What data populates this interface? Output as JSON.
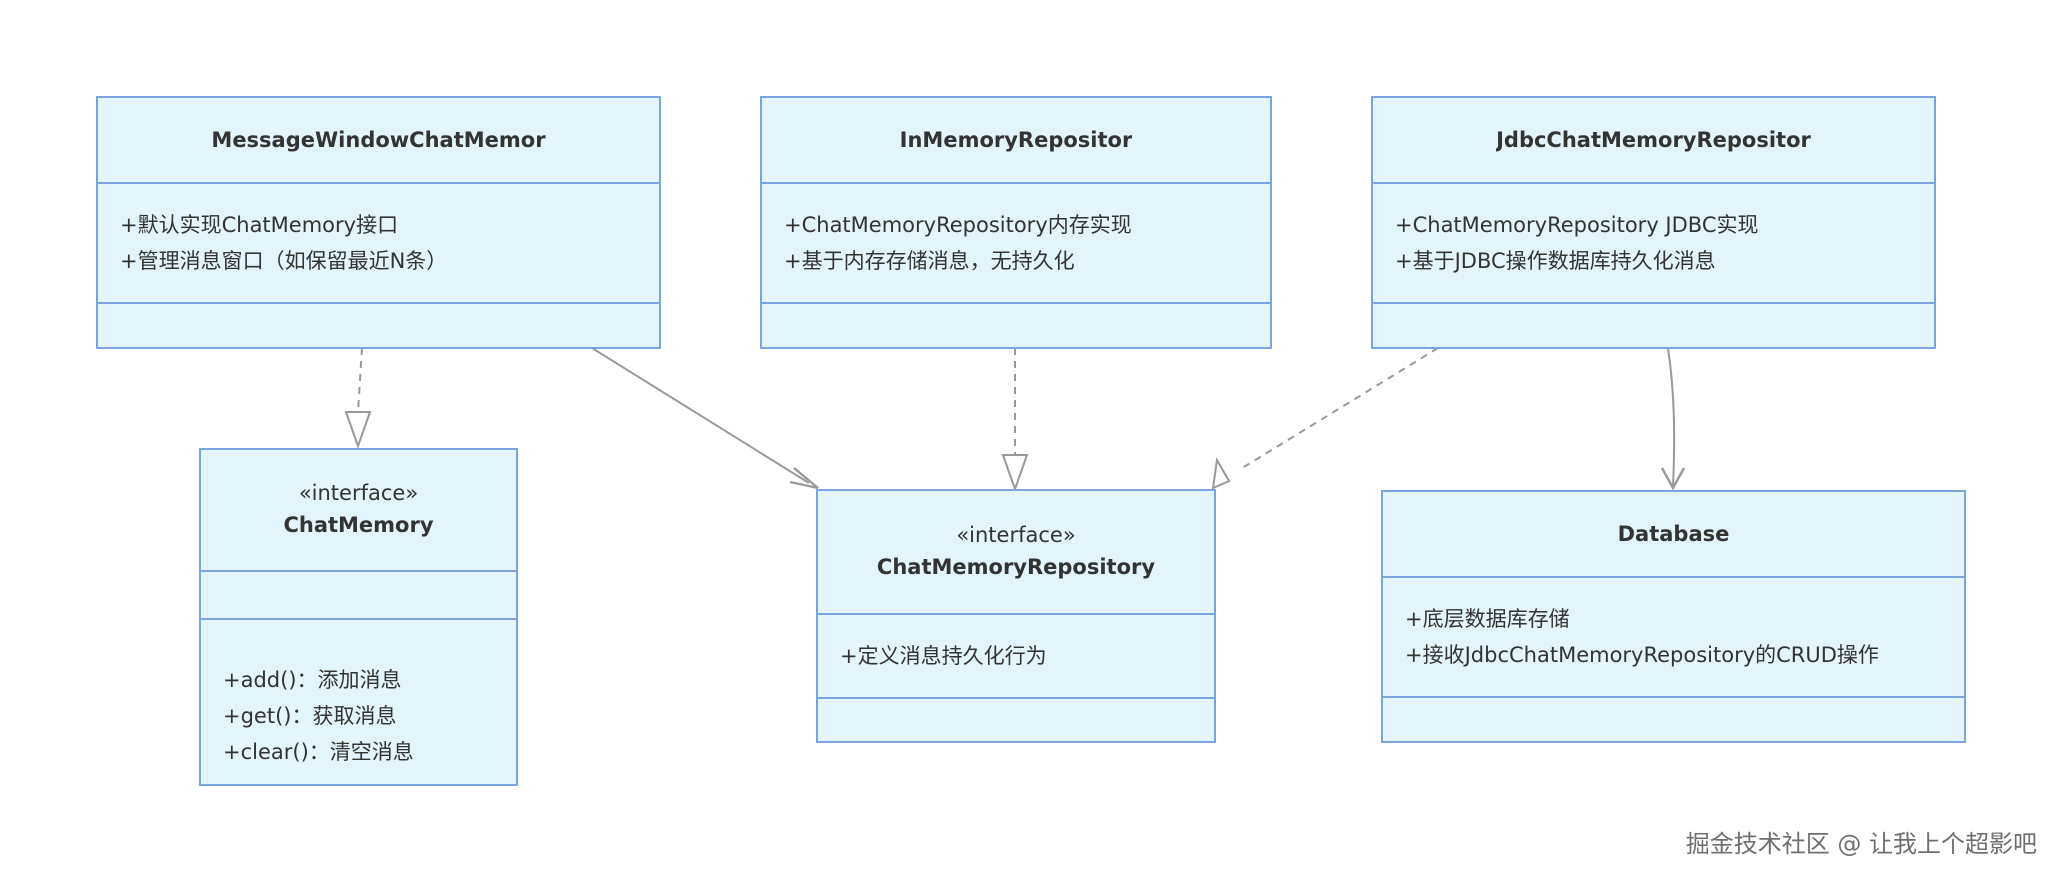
{
  "classes": {
    "message_window": {
      "name": "MessageWindowChatMemor",
      "attributes": [
        "+默认实现ChatMemory接口",
        "+管理消息窗口（如保留最近N条）"
      ],
      "methods": []
    },
    "in_memory": {
      "name": "InMemoryRepositor",
      "attributes": [
        "+ChatMemoryRepository内存实现",
        "+基于内存存储消息，无持久化"
      ],
      "methods": []
    },
    "jdbc": {
      "name": "JdbcChatMemoryRepositor",
      "attributes": [
        "+ChatMemoryRepository JDBC实现",
        "+基于JDBC操作数据库持久化消息"
      ],
      "methods": []
    },
    "chat_memory": {
      "stereotype": "«interface»",
      "name": "ChatMemory",
      "attributes": [],
      "methods": [
        "+add()：添加消息",
        "+get()：获取消息",
        "+clear()：清空消息"
      ]
    },
    "chat_memory_repository": {
      "stereotype": "«interface»",
      "name": "ChatMemoryRepository",
      "attributes": [
        "+定义消息持久化行为"
      ],
      "methods": []
    },
    "database": {
      "name": "Database",
      "attributes": [
        "+底层数据库存储",
        "+接收JdbcChatMemoryRepository的CRUD操作"
      ],
      "methods": []
    }
  },
  "relations": [
    {
      "from": "MessageWindowChatMemor",
      "to": "ChatMemory",
      "type": "realization"
    },
    {
      "from": "MessageWindowChatMemor",
      "to": "ChatMemoryRepository",
      "type": "association"
    },
    {
      "from": "InMemoryRepositor",
      "to": "ChatMemoryRepository",
      "type": "realization"
    },
    {
      "from": "JdbcChatMemoryRepositor",
      "to": "ChatMemoryRepository",
      "type": "realization"
    },
    {
      "from": "JdbcChatMemoryRepositor",
      "to": "Database",
      "type": "association"
    }
  ],
  "colors": {
    "class_fill": "#e3f4fb",
    "class_border": "#7aa6e0",
    "edge": "#999999",
    "text": "#333333",
    "watermark": "#6f6f6f"
  },
  "watermark": "掘金技术社区 @ 让我上个超影吧"
}
